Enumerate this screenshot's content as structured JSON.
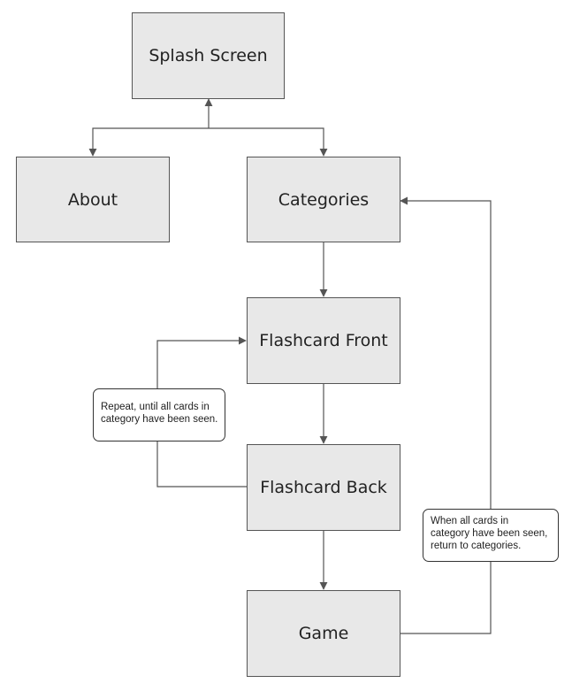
{
  "colors": {
    "box_fill": "#e8e8e8",
    "border": "#555555",
    "line": "#555555",
    "text": "#222222"
  },
  "nodes": {
    "splash": "Splash Screen",
    "about": "About",
    "categories": "Categories",
    "front": "Flashcard Front",
    "back": "Flashcard Back",
    "game": "Game"
  },
  "notes": {
    "repeat": [
      "Repeat, until all cards in",
      "category have been seen."
    ],
    "return": [
      "When all cards in",
      "category have been seen,",
      "return to categories."
    ]
  },
  "edges": [
    {
      "from": "splash",
      "to": "about"
    },
    {
      "from": "splash",
      "to": "categories"
    },
    {
      "from": "categories",
      "to": "front"
    },
    {
      "from": "front",
      "to": "back"
    },
    {
      "from": "back",
      "to": "front",
      "note": "repeat"
    },
    {
      "from": "back",
      "to": "game"
    },
    {
      "from": "game",
      "to": "categories",
      "note": "return"
    }
  ]
}
